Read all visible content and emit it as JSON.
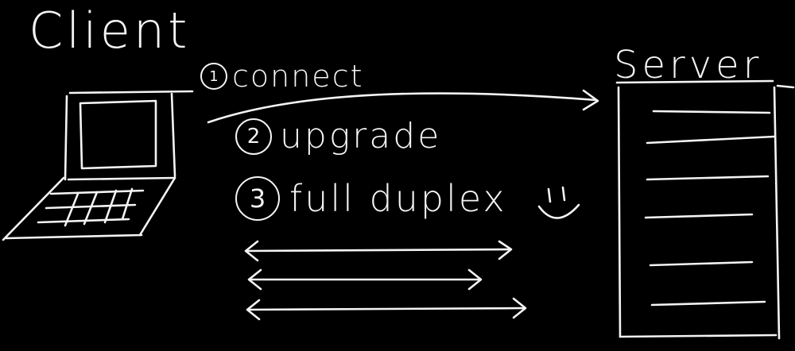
{
  "labels": {
    "client": "Client",
    "server": "Server"
  },
  "steps": [
    {
      "number": "1",
      "text": "connect"
    },
    {
      "number": "2",
      "text": "upgrade"
    },
    {
      "number": "3",
      "text": "full duplex"
    }
  ],
  "colors": {
    "background": "#000000",
    "chalk": "#f4f4f4"
  },
  "icons": {
    "client": "laptop-icon",
    "server": "server-icon",
    "emotion": "smiley-icon"
  }
}
